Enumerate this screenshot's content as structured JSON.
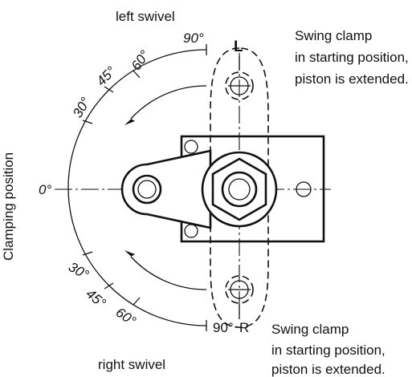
{
  "labels": {
    "left_swivel": "left swivel",
    "right_swivel": "right swivel",
    "clamping_position": "Clamping position",
    "top_note": [
      "Swing clamp",
      "in starting position,",
      "piston is extended."
    ],
    "bottom_note": [
      "Swing clamp",
      "in starting position,",
      "piston is extended."
    ],
    "L": "L",
    "R": "R"
  },
  "angles": {
    "top": [
      "90°",
      "60°",
      "45°",
      "30°"
    ],
    "zero": "0°",
    "bottom": [
      "30°",
      "45°",
      "60°",
      "90°"
    ]
  }
}
